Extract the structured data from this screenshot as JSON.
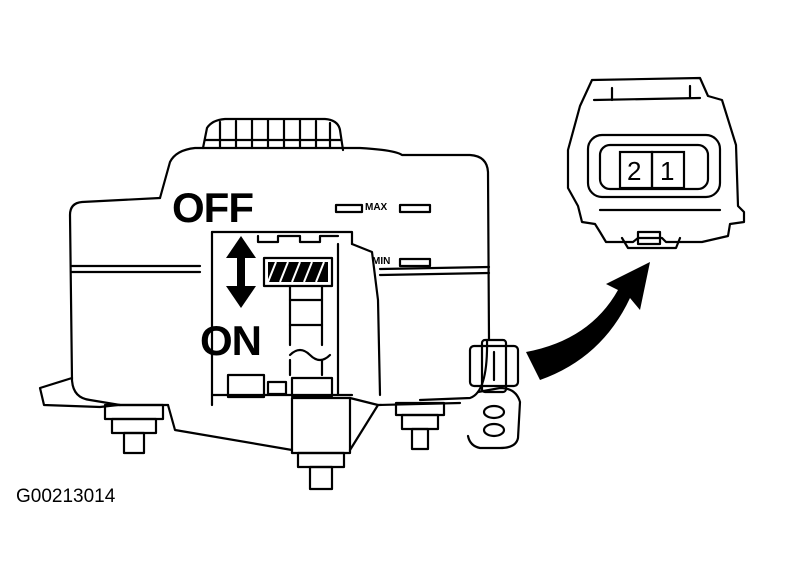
{
  "labels": {
    "off": "OFF",
    "on": "ON",
    "max": "MAX",
    "min": "MIN",
    "pin2": "2",
    "pin1": "1",
    "figure_code": "G00213014"
  },
  "colors": {
    "ink": "#000000",
    "paper": "#ffffff"
  },
  "icons": {
    "arrow": "double-arrow-icon",
    "callout": "curved-arrow-icon"
  }
}
